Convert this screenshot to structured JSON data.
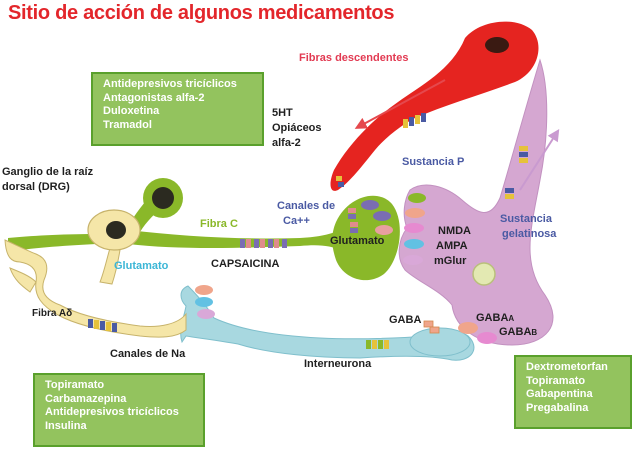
{
  "title": "Sitio de acción de algunos medicamentos",
  "labels": {
    "fibras_descendentes": "Fibras descendentes",
    "ht5": "5HT",
    "opiaceos": "Opiáceos",
    "alfa2": "alfa-2",
    "ganglio_1": "Ganglio de la raíz",
    "ganglio_2": "dorsal (DRG)",
    "sustancia_p": "Sustancia P",
    "canales_ca_1": "Canales de",
    "canales_ca_2": "Ca++",
    "fibra_c": "Fibra C",
    "glutamato_left": "Glutamato",
    "capsaicina": "CAPSAICINA",
    "glutamato_right": "Glutamato",
    "nmda": "NMDA",
    "ampa": "AMPA",
    "mglur": "mGlur",
    "sustancia_gel_1": "Sustancia",
    "sustancia_gel_2": "gelatinosa",
    "fibra_ad": "Fibra Aδ",
    "gaba": "GABA",
    "gaba_a": "GABA",
    "gaba_a_sub": "A",
    "gaba_b": "GABA",
    "gaba_b_sub": "B",
    "canales_na": "Canales de Na",
    "interneurona": "Interneurona"
  },
  "boxes": {
    "top_left": [
      "Antidepresivos tricíclicos",
      "Antagonistas alfa-2",
      "Duloxetina",
      "Tramadol"
    ],
    "bottom_left": [
      "Topiramato",
      "Carbamazepina",
      "Antidepresivos tricíclicos",
      "Insulina"
    ],
    "bottom_right": [
      "Dextrometorfan",
      "Topiramato",
      "Gabapentina",
      "Pregabalina"
    ]
  },
  "colors": {
    "title": "#e3262b",
    "box_fill": "#93c35e",
    "box_border": "#5aa02c",
    "c_fiber": "#8ab829",
    "drg_body": "#f5e6a8",
    "descending_fiber": "#e52420",
    "dorsal_horn": "#d5a7d1",
    "interneuron": "#a8d8e0"
  }
}
